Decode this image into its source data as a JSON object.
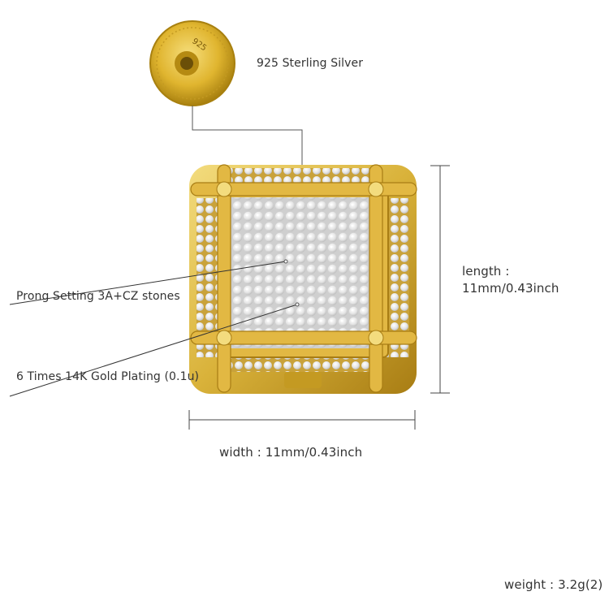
{
  "annotations": {
    "material": "925 Sterling Silver",
    "setting": "Prong Setting 3A+CZ stones",
    "plating": "6 Times 14K Gold Plating (0.1u)",
    "length_label": "length :",
    "length_value": "11mm/0.43inch",
    "width": "width : 11mm/0.43inch",
    "weight": "weight : 3.2g(2)"
  },
  "stamp": "925",
  "colors": {
    "gold": "#d9b23a",
    "gold_dark": "#a87d14",
    "gold_light": "#f3dc7e",
    "stone": "#e9e9e9",
    "line": "#555555"
  }
}
